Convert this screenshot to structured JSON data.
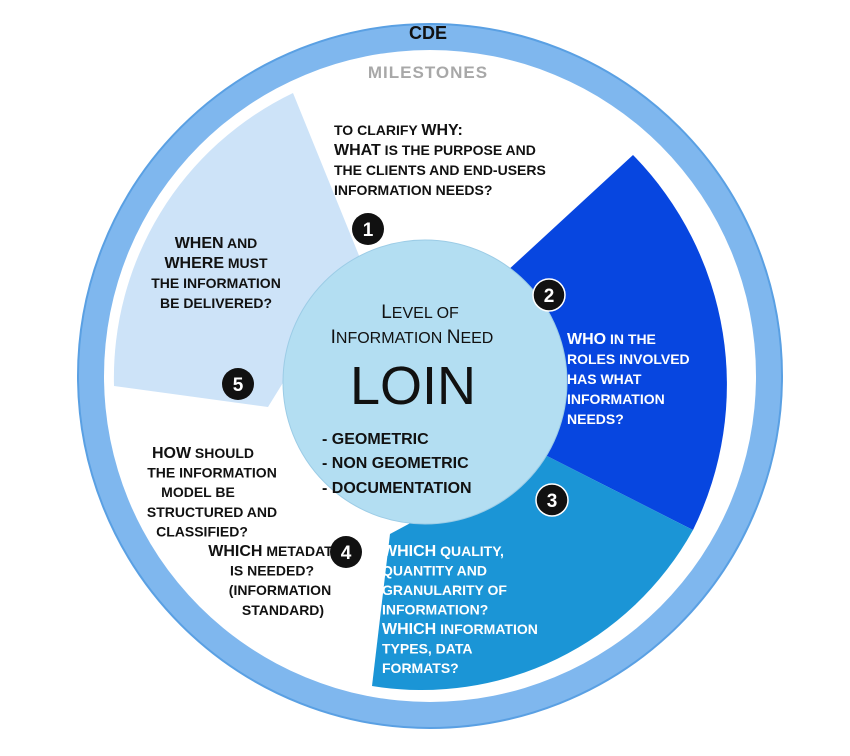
{
  "ring": {
    "outer_label": "CDE",
    "inner_label": "MILESTONES"
  },
  "center": {
    "title_line1_cap": "L",
    "title_line1_rest": "EVEL OF",
    "title_line2_cap1": "I",
    "title_line2_rest1": "NFORMATION ",
    "title_line2_cap2": "N",
    "title_line2_rest2": "EED",
    "acronym": "LOIN",
    "items": [
      "- GEOMETRIC",
      "- NON GEOMETRIC",
      "- DOCUMENTATION"
    ]
  },
  "segments": [
    {
      "number": "1",
      "color": "#ffffff",
      "lines": [
        [
          {
            "t": "TO CLARIFY ",
            "big": false
          },
          {
            "t": "WHY:",
            "big": true
          }
        ],
        [
          {
            "t": "WHAT",
            "big": true
          },
          {
            "t": " IS THE PURPOSE AND",
            "big": false
          }
        ],
        [
          {
            "t": "THE CLIENTS AND END-USERS",
            "big": false
          }
        ],
        [
          {
            "t": "INFORMATION NEEDS?",
            "big": false
          }
        ]
      ]
    },
    {
      "number": "2",
      "color": "#0746e0",
      "lines": [
        [
          {
            "t": "WHO",
            "big": true
          },
          {
            "t": " IN THE",
            "big": false
          }
        ],
        [
          {
            "t": "ROLES INVOLVED",
            "big": false
          }
        ],
        [
          {
            "t": "HAS WHAT",
            "big": false
          }
        ],
        [
          {
            "t": "INFORMATION",
            "big": false
          }
        ],
        [
          {
            "t": "NEEDS?",
            "big": false
          }
        ]
      ]
    },
    {
      "number": "3",
      "color": "#1b95d6",
      "lines": [
        [
          {
            "t": "WHICH",
            "big": true
          },
          {
            "t": " QUALITY,",
            "big": false
          }
        ],
        [
          {
            "t": "QUANTITY AND",
            "big": false
          }
        ],
        [
          {
            "t": "GRANULARITY OF",
            "big": false
          }
        ],
        [
          {
            "t": "INFORMATION?",
            "big": false
          }
        ],
        [
          {
            "t": "WHICH",
            "big": true
          },
          {
            "t": " INFORMATION",
            "big": false
          }
        ],
        [
          {
            "t": "TYPES, DATA",
            "big": false
          }
        ],
        [
          {
            "t": "FORMATS?",
            "big": false
          }
        ]
      ]
    },
    {
      "number": "4",
      "color": "#ffffff",
      "lines": [
        [
          {
            "t": "HOW",
            "big": true
          },
          {
            "t": " SHOULD",
            "big": false
          }
        ],
        [
          {
            "t": "THE  INFORMATION",
            "big": false
          }
        ],
        [
          {
            "t": "MODEL BE",
            "big": false
          }
        ],
        [
          {
            "t": "STRUCTURED AND",
            "big": false
          }
        ],
        [
          {
            "t": "CLASSIFIED?",
            "big": false
          }
        ],
        [
          {
            "t": "WHICH",
            "big": true
          },
          {
            "t": " METADATA",
            "big": false
          }
        ],
        [
          {
            "t": "IS NEEDED?",
            "big": false
          }
        ],
        [
          {
            "t": "(INFORMATION",
            "big": false
          }
        ],
        [
          {
            "t": "STANDARD)",
            "big": false
          }
        ]
      ]
    },
    {
      "number": "5",
      "color": "#cde3f8",
      "lines": [
        [
          {
            "t": "WHEN",
            "big": true
          },
          {
            "t": " AND",
            "big": false
          }
        ],
        [
          {
            "t": "WHERE",
            "big": true
          },
          {
            "t": " MUST",
            "big": false
          }
        ],
        [
          {
            "t": "THE INFORMATION",
            "big": false
          }
        ],
        [
          {
            "t": "BE DELIVERED?",
            "big": false
          }
        ]
      ]
    }
  ],
  "colors": {
    "ring": "#7fb7ee",
    "ring_edge": "#5aa0e3",
    "center": "#b3def2"
  }
}
